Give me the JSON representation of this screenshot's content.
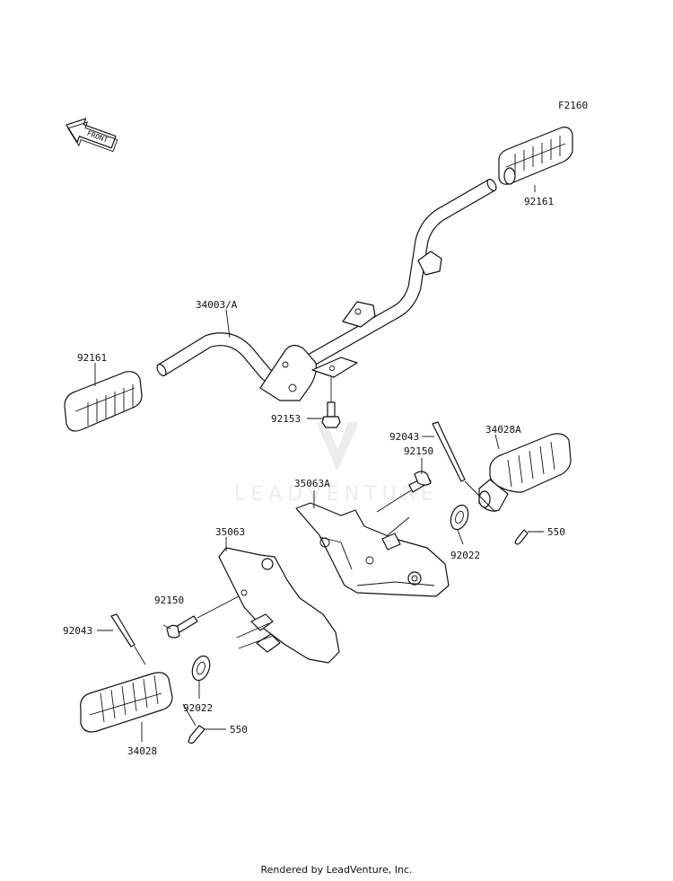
{
  "figure_code": "F2160",
  "front_arrow_text": "FRONT",
  "watermark_text": "LEADVENTURE",
  "footer_text": "Rendered by LeadVenture, Inc.",
  "labels": {
    "footpeg_rear_right": "92161",
    "footpeg_rear_left": "92161",
    "bar": "34003/A",
    "bolt_bar": "92153",
    "pin_right": "92043",
    "peg_front_right": "34028A",
    "bolt_right": "92150",
    "bracket_right": "35063A",
    "washer_right": "92022",
    "cotter_right": "550",
    "bracket_left": "35063",
    "bolt_left": "92150",
    "pin_left": "92043",
    "washer_left": "92022",
    "cotter_left": "550",
    "peg_front_left": "34028"
  }
}
